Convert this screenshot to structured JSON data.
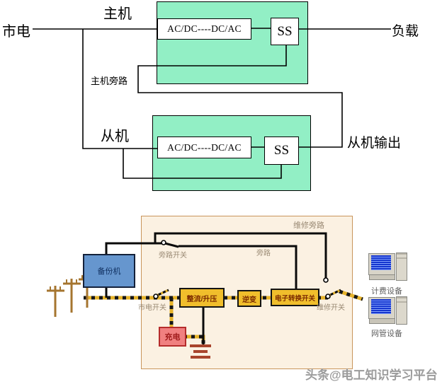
{
  "top_diagram": {
    "labels": {
      "mains": "市电",
      "master": "主机",
      "master_bypass": "主机旁路",
      "slave": "从机",
      "load": "负载",
      "slave_output": "从机输出"
    },
    "master_unit": {
      "converter": "AC/DC----DC/AC",
      "static_switch": "SS"
    },
    "slave_unit": {
      "converter": "AC/DC----DC/AC",
      "static_switch": "SS"
    }
  },
  "bottom_diagram": {
    "labels": {
      "backup_unit": "备份机",
      "bypass_switch": "旁路开关",
      "bypass": "旁路",
      "maintenance_bypass": "维修旁路",
      "mains_switch": "市电开关",
      "rectifier_boost": "整流/升压",
      "inverter": "逆变",
      "electronic_transfer_switch": "电子转换开关",
      "maintenance_switch": "维修开关",
      "charger": "充电",
      "billing_equipment": "计费设备",
      "network_mgmt_equipment": "网管设备"
    },
    "icons": {
      "poles": "utility-poles-icon",
      "ground": "earth-ground-icon",
      "computer": "computer-icon",
      "switch": "switch-contact-icon"
    }
  },
  "watermark": "头条@电工知识学习平台",
  "colors": {
    "unit_fill": "#92EFC5",
    "backup_fill": "#6696CE",
    "module_fill": "#F0BE2C",
    "charger_fill": "#F08080",
    "panel_fill": "#FBF1E2",
    "hazard_yellow": "#E6B32A",
    "ground_bar": "#A8442C",
    "pole_brown": "#A5752F",
    "watermark_gray": "#9B9B9B",
    "label_brown": "#9A8A74"
  }
}
